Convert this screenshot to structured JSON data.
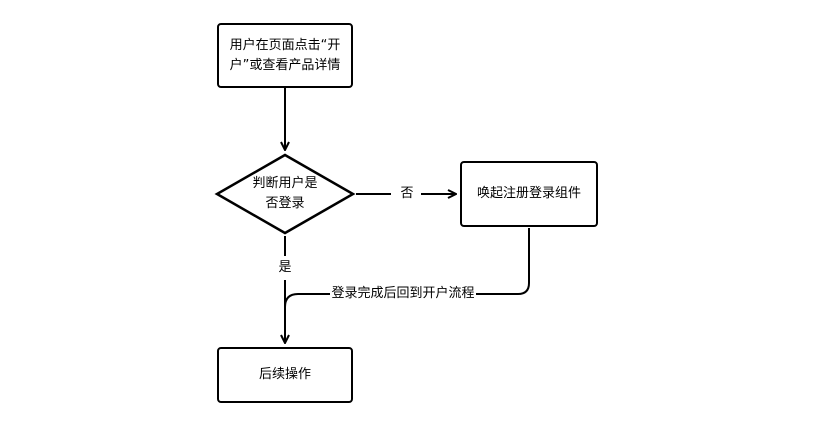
{
  "nodes": {
    "start": {
      "line1": "用户在页面点击“开",
      "line2": "户”或查看产品详情"
    },
    "decision": {
      "line1": "判断用户是",
      "line2": "否登录"
    },
    "register": {
      "text": "唤起注册登录组件"
    },
    "next": {
      "text": "后续操作"
    }
  },
  "edges": {
    "no": "否",
    "yes": "是",
    "return": "登录完成后回到开户流程"
  }
}
